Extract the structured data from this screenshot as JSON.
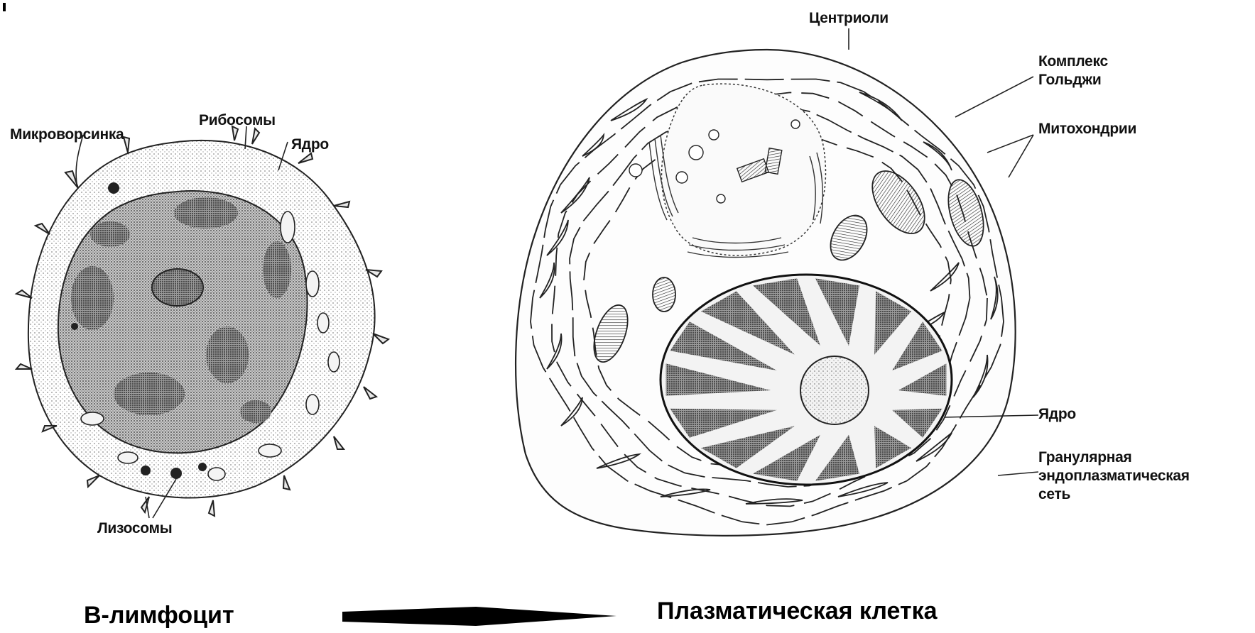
{
  "left_cell": {
    "labels": {
      "microvilli": "Микроворсинка",
      "ribosomes": "Рибосомы",
      "nucleus": "Ядро",
      "lysosomes": "Лизосомы"
    },
    "caption": "В-лимфоцит"
  },
  "right_cell": {
    "labels": {
      "centrioles": "Центриоли",
      "golgi_line1": "Комплекс",
      "golgi_line2": "Гольджи",
      "mitochondria": "Митохондрии",
      "nucleus": "Ядро",
      "er_line1": "Гранулярная",
      "er_line2": "эндоплазматическая",
      "er_line3": "сеть"
    },
    "caption": "Плазматическая клетка"
  },
  "colors": {
    "ink": "#111111",
    "stipple": "#9a9a9a",
    "background": "#ffffff"
  }
}
